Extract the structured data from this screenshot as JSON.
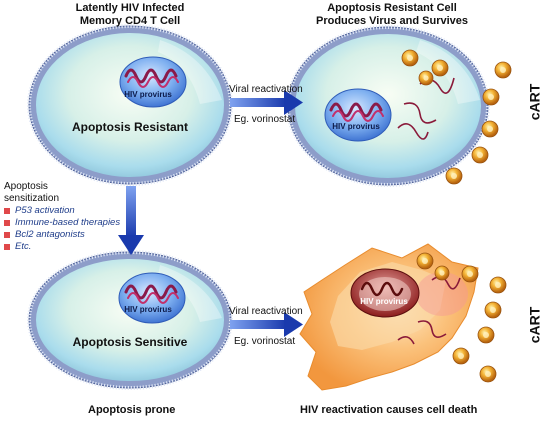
{
  "titles": {
    "top_left": "Latently HIV Infected\nMemory CD4 T Cell",
    "top_right": "Apoptosis Resistant Cell\nProduces Virus and Survives"
  },
  "cells": {
    "resistant_label": "Apoptosis Resistant",
    "sensitive_label": "Apoptosis Sensitive",
    "provirus_label": "HIV provirus"
  },
  "arrows": {
    "top_label": "Viral reactivation",
    "top_sublabel": "Eg. vorinostat",
    "bottom_label": "Viral reactivation",
    "bottom_sublabel": "Eg. vorinostat"
  },
  "sensitization": {
    "title": "Apoptosis\nsensitization",
    "items": [
      "P53 activation",
      "Immune-based therapies",
      "Bcl2 antagonists",
      "Etc."
    ]
  },
  "side_labels": {
    "top": "cART",
    "bottom": "cART"
  },
  "bottom_labels": {
    "left": "Apoptosis prone",
    "right": "HIV reactivation causes cell death"
  },
  "colors": {
    "cell_fill": "#cdebf5",
    "cell_ring": "#5b6ea3",
    "nucleus": "#5f8fe0",
    "arrow_blue": "#1e3fb4",
    "virion": "#e8931f",
    "dying_cell": "#f6a24a"
  }
}
